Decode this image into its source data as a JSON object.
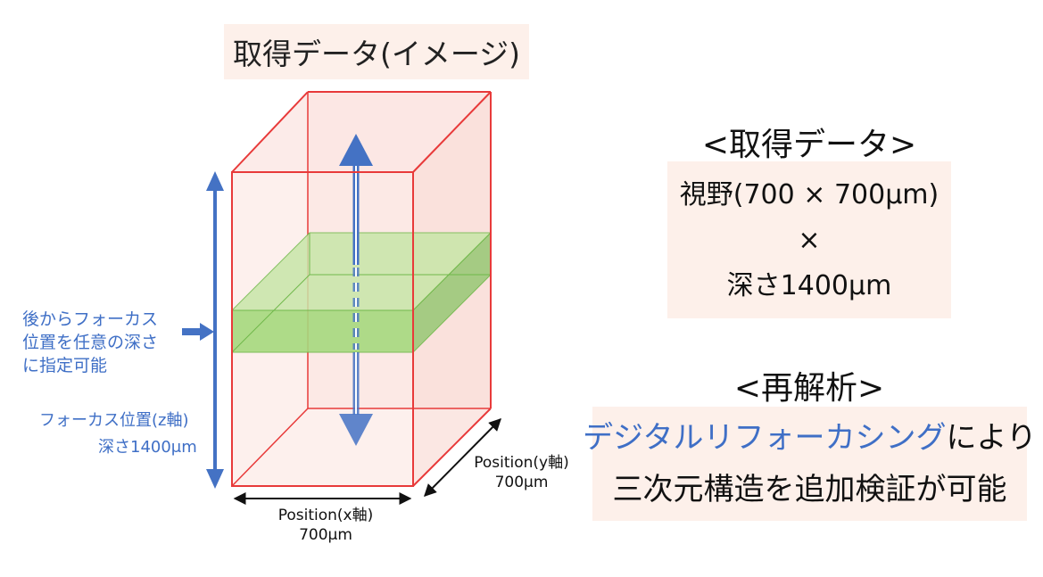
{
  "title": "取得データ(イメージ)",
  "focus_note": [
    "後からフォーカス",
    "位置を任意の深さ",
    "に指定可能"
  ],
  "z_axis": {
    "label": "フォーカス位置(z軸)",
    "depth": "深さ1400μm"
  },
  "x_axis": {
    "label": "Position(x軸)",
    "size": "700μm"
  },
  "y_axis": {
    "label": "Position(y軸)",
    "size": "700μm"
  },
  "acquired": {
    "header": "<取得データ>",
    "lines": [
      "視野(700 × 700μm)",
      "×",
      "深さ1400μm"
    ]
  },
  "reanalysis": {
    "header": "<再解析>",
    "highlight": "デジタルリフォーカシング",
    "line1_rest": "により",
    "line2": "三次元構造を追加検証が可能"
  },
  "colors": {
    "box_edge": "#e83a3a",
    "box_fill": "#fbe3df",
    "slab_fill": "#a6d97e",
    "slab_edge": "#70b84a",
    "arrow_blue": "#4472c4"
  }
}
